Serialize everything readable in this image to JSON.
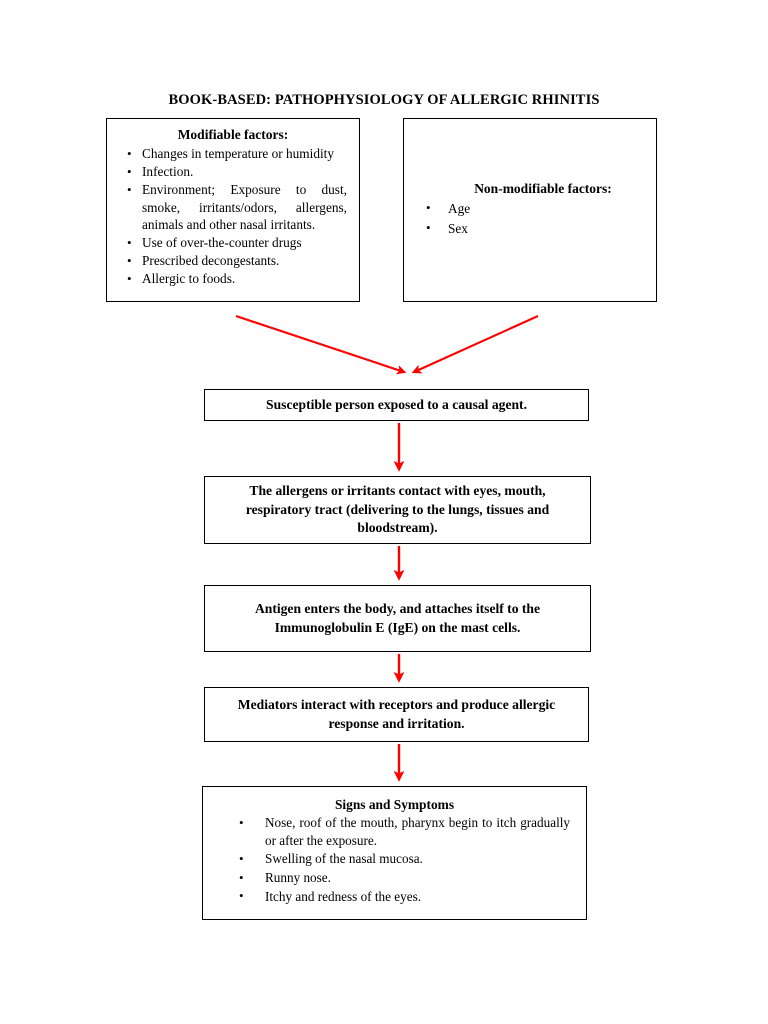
{
  "document": {
    "title": "BOOK-BASED: PATHOPHYSIOLOGY OF ALLERGIC RHINITIS"
  },
  "colors": {
    "arrow": "#FF0000",
    "border": "#000000",
    "text": "#000000",
    "background": "#FFFFFF"
  },
  "modifiable": {
    "heading": "Modifiable factors:",
    "items": [
      "Changes in temperature or humidity",
      "Infection.",
      "Environment; Exposure to dust, smoke, irritants/odors, allergens, animals and other nasal irritants.",
      "Use of over-the-counter drugs",
      "Prescribed decongestants.",
      "Allergic to foods."
    ]
  },
  "non_modifiable": {
    "heading": "Non-modifiable factors:",
    "items": [
      "Age",
      "Sex"
    ]
  },
  "flow": {
    "susceptible": "Susceptible person exposed to a causal agent.",
    "contact": "The allergens or irritants contact with eyes, mouth, respiratory tract (delivering to the lungs, tissues and bloodstream).",
    "antigen": "Antigen enters the body, and attaches itself to the Immunoglobulin E (IgE) on the mast cells.",
    "mediators": "Mediators interact with receptors and produce allergic response and irritation."
  },
  "signs": {
    "heading": "Signs and Symptoms",
    "items": [
      "Nose, roof of the mouth, pharynx begin to itch gradually or after the exposure.",
      "Swelling of the nasal mucosa.",
      "Runny nose.",
      "Itchy and redness of the eyes."
    ]
  }
}
